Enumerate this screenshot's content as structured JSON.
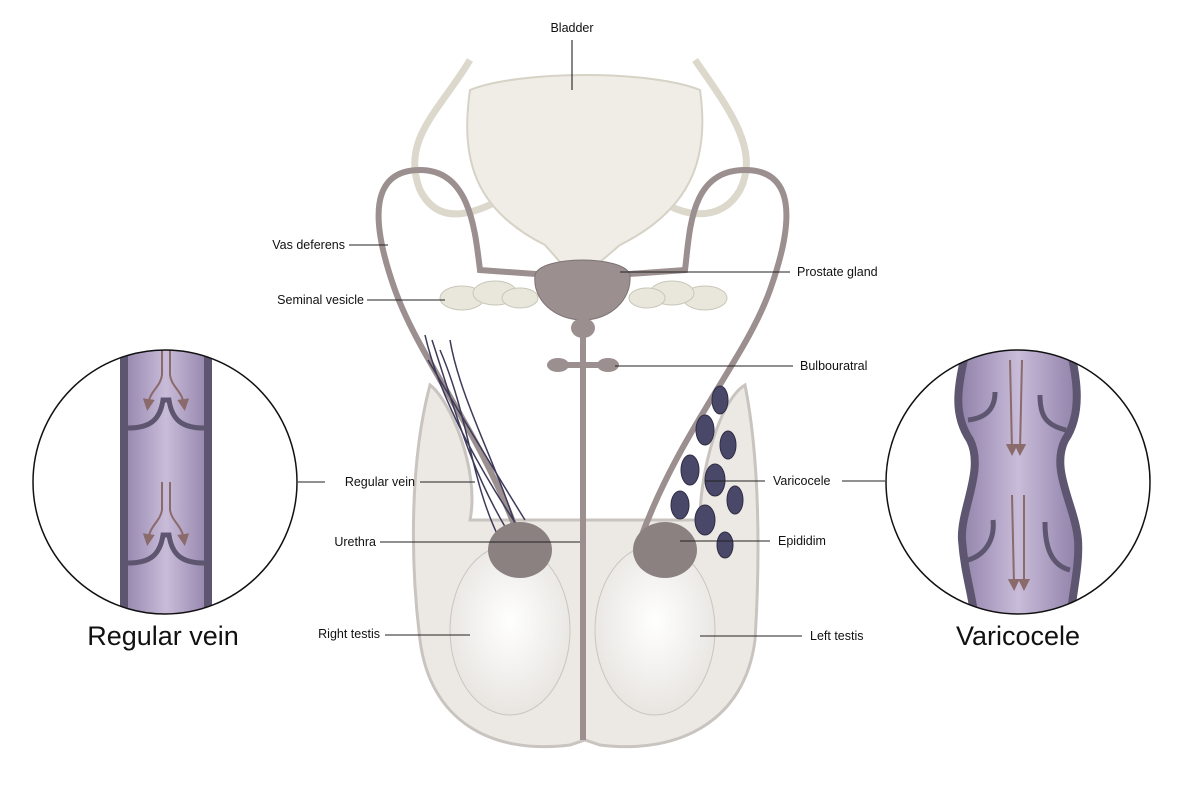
{
  "labels": {
    "bladder": "Bladder",
    "vas_deferens": "Vas  deferens",
    "seminal_vesicle": "Seminal  vesicle",
    "prostate_gland": "Prostate  gland",
    "bulbouretral": "Bulbouratral",
    "regular_vein": "Regular  vein",
    "varicocele": "Varicocele",
    "urethra": "Urethra",
    "epididim": "Epididim",
    "right_testis": "Right  testis",
    "left_testis": "Left  testis"
  },
  "titles": {
    "regular_vein": "Regular  vein",
    "varicocele": "Varicocele"
  },
  "colors": {
    "vein": "#b9a9cc",
    "vein_wall": "#5e5670",
    "arrow": "#8a6a6a",
    "organ": "#9b8f8f",
    "tissue": "#f1efe9"
  }
}
